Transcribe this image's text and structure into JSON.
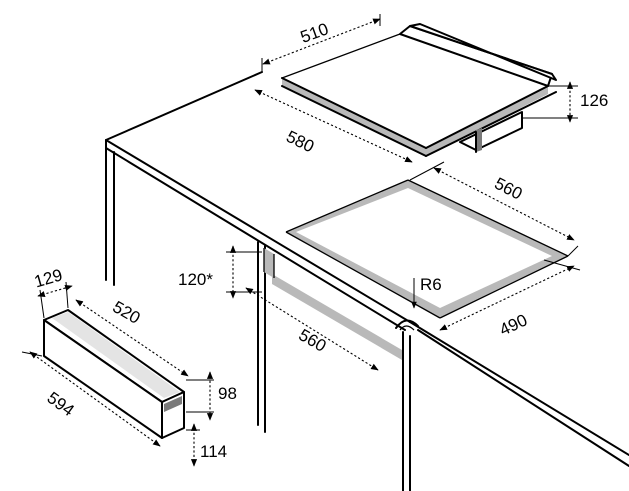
{
  "dimensions": {
    "hob_width": "510",
    "hob_depth": "580",
    "hob_height": "126",
    "cutout_width": "560",
    "cutout_depth": "490",
    "corner_radius": "R6",
    "drawer_clearance": "120*",
    "drawer_cutout_width": "560",
    "drawer_depth": "129",
    "drawer_inner_width": "520",
    "drawer_width": "594",
    "drawer_height": "98",
    "drawer_front_height": "114"
  },
  "colors": {
    "line": "#000000",
    "frame_gray": "#b9b9b9",
    "shade": "#7a7a7a"
  }
}
